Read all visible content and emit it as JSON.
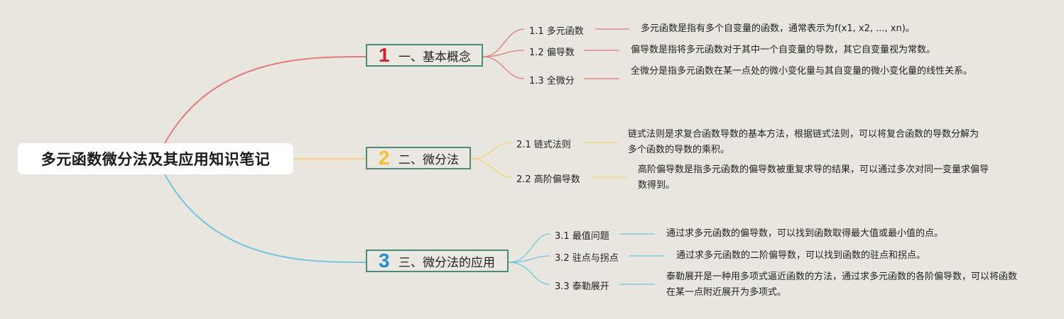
{
  "title": "多元函数微分法及其应用知识笔记",
  "colors": {
    "background": "#e9e6df",
    "branch_border": "#4f8a78",
    "branch1": "#e07c7c",
    "branch2": "#f3d27e",
    "branch3": "#73c6dc",
    "num1": "#d2232f",
    "num2": "#f2c12e",
    "num3": "#1e8fd6"
  },
  "branches": [
    {
      "num": "1",
      "label": "一、基本概念",
      "items": [
        {
          "label": "1.1 多元函数",
          "desc": "多元函数是指有多个自变量的函数，通常表示为f(x1, x2, ..., xn)。"
        },
        {
          "label": "1.2 偏导数",
          "desc": "偏导数是指将多元函数对于其中一个自变量的导数，其它自变量视为常数。"
        },
        {
          "label": "1.3 全微分",
          "desc": "全微分是指多元函数在某一点处的微小变化量与其自变量的微小变化量的线性关系。"
        }
      ]
    },
    {
      "num": "2",
      "label": "二、微分法",
      "items": [
        {
          "label": "2.1 链式法则",
          "desc": "链式法则是求复合函数导数的基本方法，根据链式法则，可以将复合函数的导数分解为多个函数的导数的乘积。"
        },
        {
          "label": "2.2 高阶偏导数",
          "desc": "高阶偏导数是指多元函数的偏导数被重复求导的结果，可以通过多次对同一变量求偏导数得到。"
        }
      ]
    },
    {
      "num": "3",
      "label": "三、微分法的应用",
      "items": [
        {
          "label": "3.1 最值问题",
          "desc": "通过求多元函数的偏导数，可以找到函数取得最大值或最小值的点。"
        },
        {
          "label": "3.2 驻点与拐点",
          "desc": "通过求多元函数的二阶偏导数，可以找到函数的驻点和拐点。"
        },
        {
          "label": "3.3 泰勒展开",
          "desc": "泰勒展开是一种用多项式逼近函数的方法，通过求多元函数的各阶偏导数，可以将函数在某一点附近展开为多项式。"
        }
      ]
    }
  ]
}
